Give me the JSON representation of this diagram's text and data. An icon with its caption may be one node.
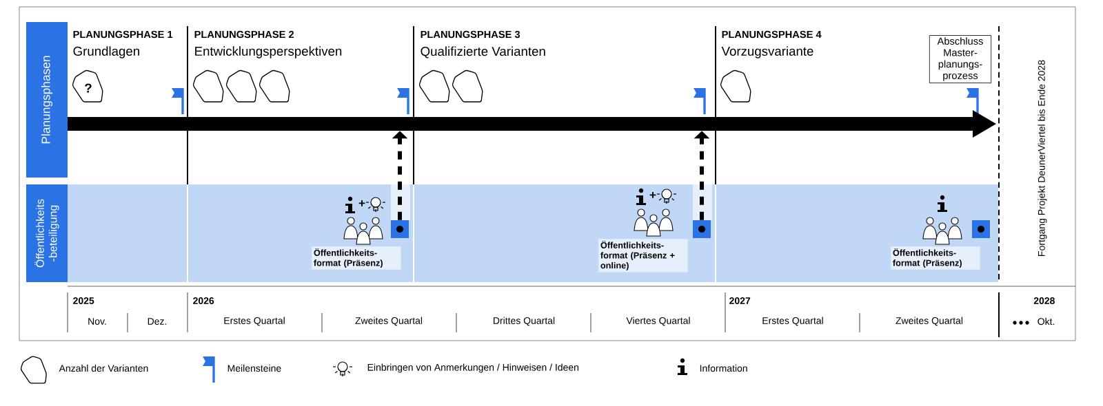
{
  "diagram": {
    "nodes": [
      {
        "text": [
          "Planungsphasen"
        ]
      },
      {
        "text": [
          "Öffentlichkeits -beteiligung"
        ]
      },
      {
        "text": [
          "Abschluss Master- planungs- prozess"
        ]
      },
      {
        "text": [],
        "shape": "box"
      },
      {
        "text": [],
        "shape": "box"
      },
      {
        "text": [],
        "shape": "box"
      },
      {
        "text": [
          "Öffentlichkeits- format (Präsenz)"
        ]
      },
      {
        "text": [
          "Öffentlichkeits- format (Präsenz + online)"
        ]
      },
      {
        "text": [
          "Öffentlichkeits- format (Präsenz)"
        ]
      },
      {
        "text": [],
        "shape": "bar"
      }
    ],
    "edges": [
      {
        "from": 3,
        "to": 9,
        "arrow": "to",
        "style": "dashed"
      },
      {
        "from": 4,
        "to": 9,
        "arrow": "to",
        "style": "dashed"
      }
    ],
    "labels": [
      "PLANUNGSPHASE 1",
      "Grundlagen",
      "PLANUNGSPHASE 2",
      "Entwicklungsperspektiven",
      "PLANUNGSPHASE 3",
      "Qualifizierte Varianten",
      "PLANUNGSPHASE 4",
      "Vorzugsvariante",
      "?",
      "Fortgang Projekt DeunerViertel bis Ende 2028",
      "+",
      "+",
      "2025",
      "Nov.",
      "Dez.",
      "2026",
      "Erstes Quartal",
      "Zweites Quartal",
      "Drittes Quartal",
      "Viertes Quartal",
      "2027",
      "Erstes Quartal",
      "Zweites Quartal",
      "2028",
      "Okt."
    ],
    "legend": [
      {
        "text": "Anzahl der Varianten"
      },
      {
        "text": "Meilensteine"
      },
      {
        "text": "Einbringen von Anmerkungen / Hinweisen / Ideen"
      },
      {
        "text": "Information"
      }
    ]
  }
}
